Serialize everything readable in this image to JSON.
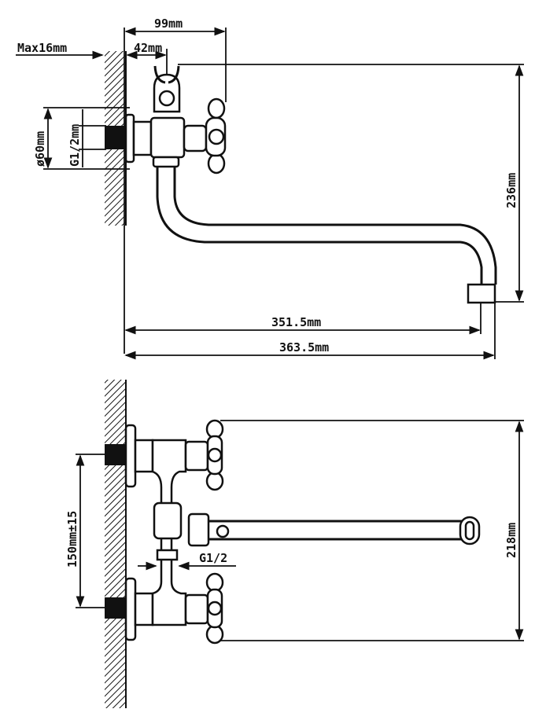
{
  "drawing": {
    "top_view": {
      "max_wall": "Max16mm",
      "width_99": "99mm",
      "offset_42": "42mm",
      "flange_diameter": "ø60mm",
      "thread": "G1/2mm",
      "height": "236mm",
      "spout_reach": "351.5mm",
      "total_reach": "363.5mm"
    },
    "bottom_view": {
      "centers": "150mm±15",
      "outlet_thread": "G1/2",
      "width": "218mm"
    }
  }
}
